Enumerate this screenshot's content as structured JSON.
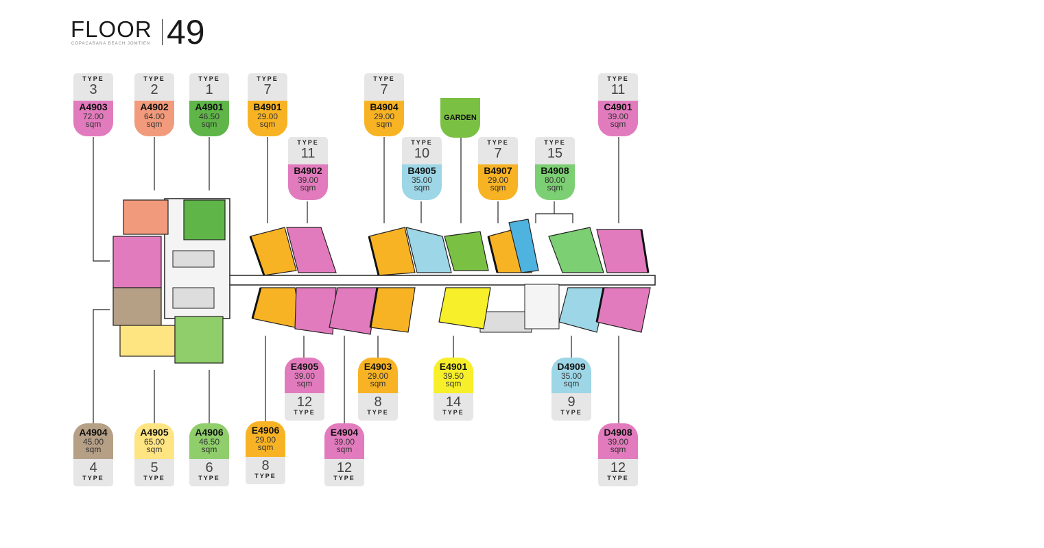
{
  "header": {
    "floor_word": "FLOOR",
    "floor_number": "49",
    "subtitle": "COPACABANA BEACH JOMTIEN"
  },
  "type_word": "TYPE",
  "sqm_word": "sqm",
  "colors": {
    "pink": "#e27bbd",
    "salmon": "#f29a7c",
    "green": "#5fb548",
    "orange": "#f8b324",
    "light_blue": "#9dd6e6",
    "light_green": "#7ccf72",
    "tan": "#b59f85",
    "light_yellow": "#ffe482",
    "light_green2": "#8fce6b",
    "yellow": "#f6ef2a",
    "garden": "#7ac143",
    "type_grey": "#e6e6e6"
  },
  "garden": {
    "label": "GARDEN",
    "color": "#7ac143"
  },
  "units": [
    {
      "code": "A4903",
      "type": "3",
      "area": "72.00",
      "color": "#e27bbd"
    },
    {
      "code": "A4902",
      "type": "2",
      "area": "64.00",
      "color": "#f29a7c"
    },
    {
      "code": "A4901",
      "type": "1",
      "area": "46.50",
      "color": "#5fb548"
    },
    {
      "code": "B4901",
      "type": "7",
      "area": "29.00",
      "color": "#f8b324"
    },
    {
      "code": "B4902",
      "type": "11",
      "area": "39.00",
      "color": "#e27bbd"
    },
    {
      "code": "B4904",
      "type": "7",
      "area": "29.00",
      "color": "#f8b324"
    },
    {
      "code": "B4905",
      "type": "10",
      "area": "35.00",
      "color": "#9dd6e6"
    },
    {
      "code": "B4907",
      "type": "7",
      "area": "29.00",
      "color": "#f8b324"
    },
    {
      "code": "B4908",
      "type": "15",
      "area": "80.00",
      "color": "#7ccf72"
    },
    {
      "code": "C4901",
      "type": "11",
      "area": "39.00",
      "color": "#e27bbd"
    },
    {
      "code": "E4905",
      "type": "12",
      "area": "39.00",
      "color": "#e27bbd"
    },
    {
      "code": "E4903",
      "type": "8",
      "area": "29.00",
      "color": "#f8b324"
    },
    {
      "code": "E4901",
      "type": "14",
      "area": "39.50",
      "color": "#f6ef2a"
    },
    {
      "code": "D4909",
      "type": "9",
      "area": "35.00",
      "color": "#9dd6e6"
    },
    {
      "code": "A4904",
      "type": "4",
      "area": "45.00",
      "color": "#b59f85"
    },
    {
      "code": "A4905",
      "type": "5",
      "area": "65.00",
      "color": "#ffe482"
    },
    {
      "code": "A4906",
      "type": "6",
      "area": "46.50",
      "color": "#8fce6b"
    },
    {
      "code": "E4906",
      "type": "8",
      "area": "29.00",
      "color": "#f8b324"
    },
    {
      "code": "E4904",
      "type": "12",
      "area": "39.00",
      "color": "#e27bbd"
    },
    {
      "code": "D4908",
      "type": "12",
      "area": "39.00",
      "color": "#e27bbd"
    }
  ]
}
